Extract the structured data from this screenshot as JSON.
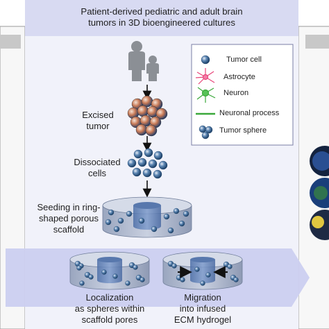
{
  "header": {
    "line1": "Patient-derived pediatric and adult  brain",
    "line2": "tumors in 3D bioengineered cultures"
  },
  "legend": {
    "items": [
      {
        "label": "Tumor cell",
        "icon": "tumor-cell-icon"
      },
      {
        "label": "Astrocyte",
        "icon": "astrocyte-icon"
      },
      {
        "label": "Neuron",
        "icon": "neuron-icon"
      },
      {
        "label": "Neuronal process",
        "icon": "neuronal-process-icon"
      },
      {
        "label": "Tumor sphere",
        "icon": "tumor-sphere-icon"
      }
    ]
  },
  "steps": {
    "excised": {
      "line1": "Excised",
      "line2": "tumor"
    },
    "dissociated": {
      "line1": "Dissociated",
      "line2": "cells"
    },
    "seeding": {
      "line1": "Seeding in ring-",
      "line2": "shaped porous",
      "line3": "scaffold"
    },
    "localization": {
      "line1": "Localization",
      "line2": "as spheres within",
      "line3": "scaffold pores"
    },
    "migration": {
      "line1": "Migration",
      "line2": "into infused",
      "line3": "ECM hydrogel"
    }
  },
  "colors": {
    "header_bg": "#d8daf2",
    "panel_bg": "#f1f2fa",
    "arrow_band": "#cbcff0",
    "side_panel": "#c8c8c8",
    "tumor_cell": "#2b5e8f",
    "astrocyte": "#e8457a",
    "neuron": "#3aa83a",
    "scaffold": "#a9b3c9"
  }
}
